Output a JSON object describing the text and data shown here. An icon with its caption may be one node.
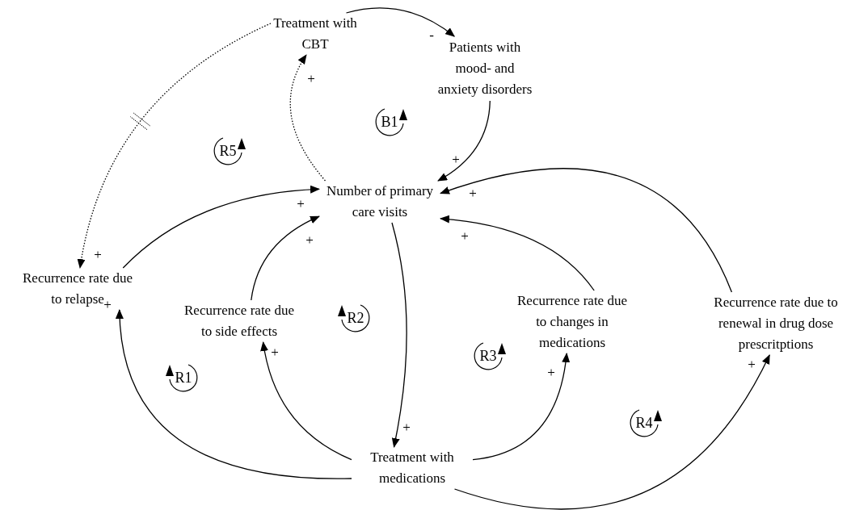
{
  "diagram": {
    "nodes": [
      {
        "text": [
          "Treatment with CBT"
        ]
      },
      {
        "text": [
          "Patients with mood- and anxiety disorders"
        ]
      },
      {
        "text": [
          "Number of primary care visits"
        ]
      },
      {
        "text": [
          "Recurrence rate due to relapse"
        ]
      },
      {
        "text": [
          "Recurrence rate due to side effects"
        ]
      },
      {
        "text": [
          "Recurrence rate due to changes in medications"
        ]
      },
      {
        "text": [
          "Recurrence rate due to renewal in drug dose prescritptions"
        ]
      },
      {
        "text": [
          "Treatment with medications"
        ]
      }
    ],
    "edges": [
      {
        "from": 0,
        "to": 1,
        "arrow": "to",
        "label": "-"
      },
      {
        "from": 1,
        "to": 2,
        "arrow": "to",
        "label": "+"
      },
      {
        "from": 2,
        "to": 0,
        "arrow": "to",
        "label": "+",
        "style": "dashed"
      },
      {
        "from": 0,
        "to": 3,
        "arrow": "to",
        "label": "+",
        "style": "dashed"
      },
      {
        "from": 3,
        "to": 2,
        "arrow": "to",
        "label": "+"
      },
      {
        "from": 4,
        "to": 2,
        "arrow": "to",
        "label": "+"
      },
      {
        "from": 5,
        "to": 2,
        "arrow": "to",
        "label": "+"
      },
      {
        "from": 6,
        "to": 2,
        "arrow": "to",
        "label": "+"
      },
      {
        "from": 2,
        "to": 7,
        "arrow": "to",
        "label": "+"
      },
      {
        "from": 7,
        "to": 3,
        "arrow": "to",
        "label": "+"
      },
      {
        "from": 7,
        "to": 4,
        "arrow": "to",
        "label": "+"
      },
      {
        "from": 7,
        "to": 5,
        "arrow": "to",
        "label": "+"
      },
      {
        "from": 7,
        "to": 6,
        "arrow": "to",
        "label": "+"
      }
    ],
    "labels": [
      "B1",
      "R5",
      "R2",
      "R1",
      "R3",
      "R4"
    ]
  }
}
